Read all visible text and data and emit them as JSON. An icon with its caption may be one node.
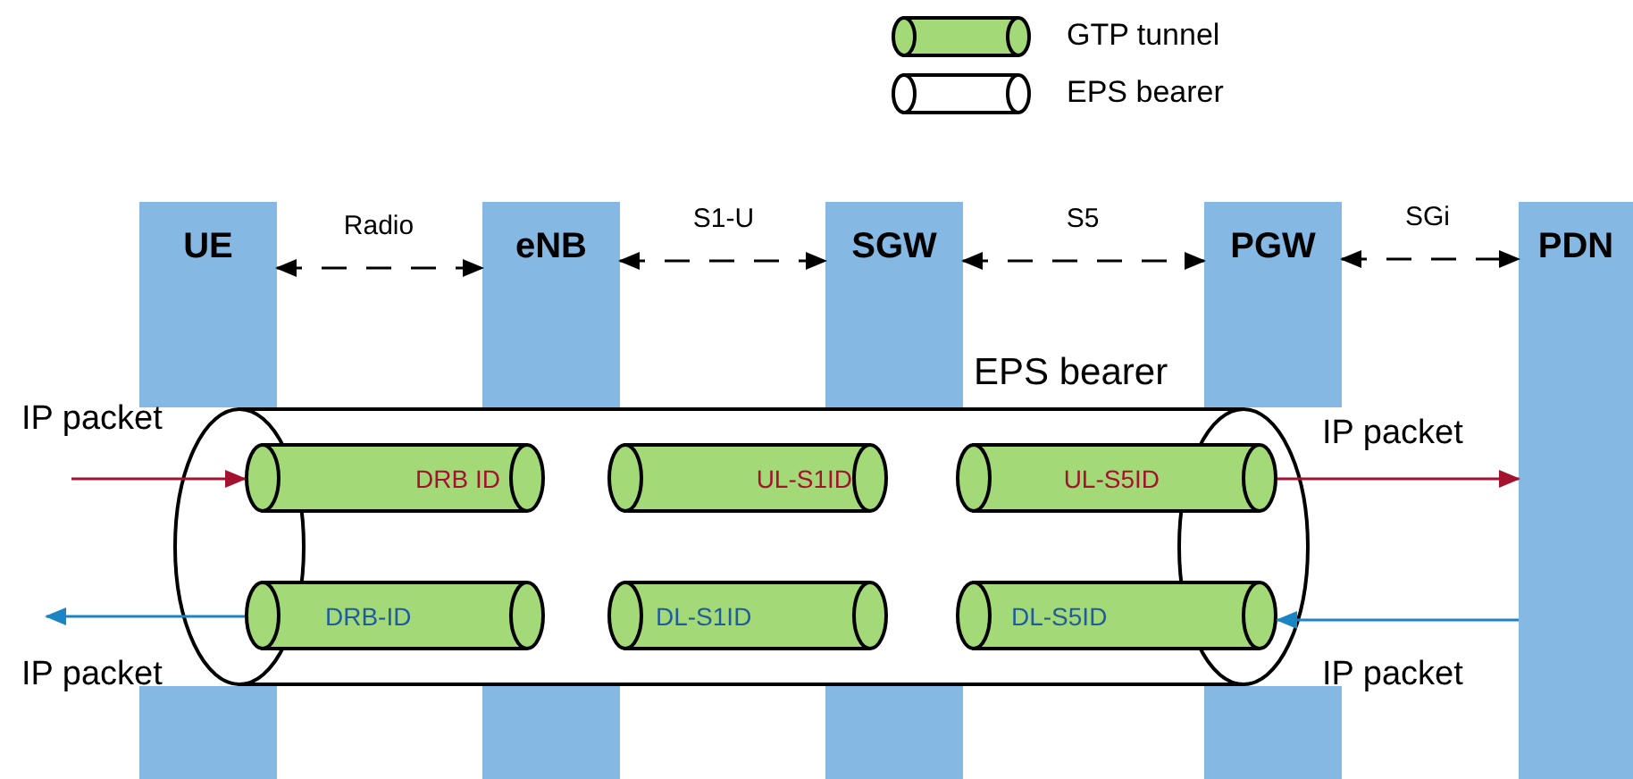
{
  "diagram": {
    "nodes": [
      {
        "text": [
          "UE"
        ]
      },
      {
        "text": [
          "eNB"
        ]
      },
      {
        "text": [
          "SGW"
        ]
      },
      {
        "text": [
          "PGW"
        ]
      },
      {
        "text": [
          "PDN"
        ]
      },
      {
        "text": [
          "EPS bearer"
        ]
      },
      {
        "text": [
          "DRB ID"
        ],
        "in": 5
      },
      {
        "text": [
          "UL-S1ID"
        ],
        "in": 5
      },
      {
        "text": [
          "UL-S5ID"
        ],
        "in": 5
      },
      {
        "text": [
          "DRB-ID"
        ],
        "in": 5
      },
      {
        "text": [
          "DL-S1ID"
        ],
        "in": 5
      },
      {
        "text": [
          "DL-S5ID"
        ],
        "in": 5
      },
      {
        "text": [],
        "shape": "bar"
      },
      {
        "text": [],
        "shape": "bar"
      },
      {
        "text": [],
        "shape": "bar"
      },
      {
        "text": [],
        "shape": "bar"
      }
    ],
    "edges": [
      {
        "from": 0,
        "to": 1,
        "arrow": "both",
        "label": "Radio",
        "style": "dashed"
      },
      {
        "from": 1,
        "to": 2,
        "arrow": "both",
        "label": "S1-U",
        "style": "dashed"
      },
      {
        "from": 2,
        "to": 3,
        "arrow": "both",
        "label": "S5",
        "style": "dashed"
      },
      {
        "from": 3,
        "to": 4,
        "arrow": "both",
        "label": "SGi",
        "style": "dashed"
      },
      {
        "from": null,
        "to": 6,
        "arrow": "to",
        "label": "IP packet",
        "color": "#a3122f"
      },
      {
        "from": 9,
        "to": null,
        "arrow": "to",
        "label": "IP packet",
        "color": "#1b84c4"
      },
      {
        "from": 8,
        "to": 4,
        "arrow": "to",
        "label": "IP packet",
        "color": "#a3122f"
      },
      {
        "from": 4,
        "to": 11,
        "arrow": "to",
        "label": "IP packet",
        "color": "#1b84c4"
      }
    ],
    "legend": [
      {
        "text": "GTP tunnel"
      },
      {
        "text": "EPS bearer"
      }
    ]
  }
}
